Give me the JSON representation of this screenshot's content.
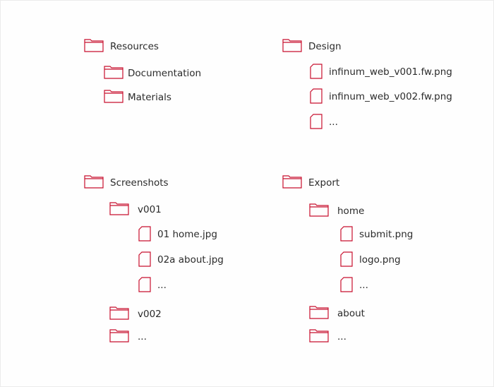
{
  "accent": "#c8102e",
  "tree": {
    "resources": {
      "label": "Resources",
      "children": [
        "Documentation",
        "Materials"
      ]
    },
    "design": {
      "label": "Design",
      "children": [
        "infinum_web_v001.fw.png",
        "infinum_web_v002.fw.png",
        "..."
      ]
    },
    "screenshots": {
      "label": "Screenshots",
      "v001": {
        "label": "v001",
        "children": [
          "01 home.jpg",
          "02a about.jpg",
          "..."
        ]
      },
      "v002": {
        "label": "v002"
      },
      "more": "..."
    },
    "export": {
      "label": "Export",
      "home": {
        "label": "home",
        "children": [
          "submit.png",
          "logo.png",
          "..."
        ]
      },
      "about": {
        "label": "about"
      },
      "more": "..."
    }
  }
}
